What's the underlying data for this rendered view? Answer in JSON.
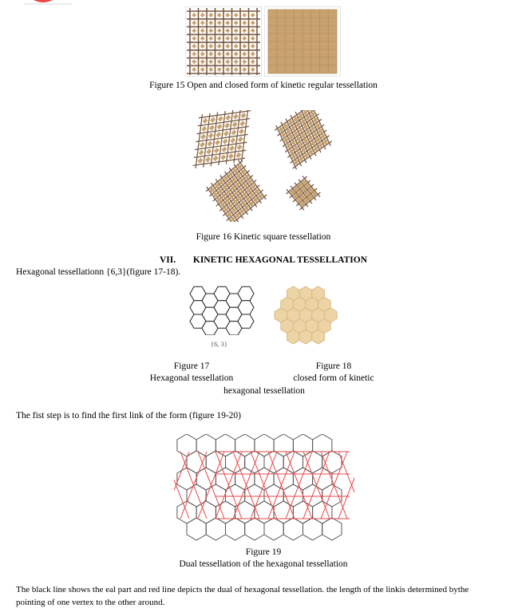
{
  "fig15": {
    "caption": "Figure 15 Open and closed form of kinetic regular tessellation"
  },
  "fig16": {
    "caption": "Figure 16 Kinetic square tessellation"
  },
  "section7": {
    "number": "VII.",
    "title": "KINETIC HEXAGONAL TESSELLATION"
  },
  "intro": "Hexagonal tessellationn {6,3}(figure 17-18).",
  "fig17": {
    "label": "{6, 3}",
    "title": "Figure 17",
    "caption": "Hexagonal tessellation"
  },
  "fig18": {
    "title": "Figure 18",
    "caption_line1": "closed form of kinetic",
    "caption_line2": "hexagonal tessellation"
  },
  "step": "The fist step is to find the first link of the form (figure 19-20)",
  "fig19": {
    "title": "Figure 19",
    "caption": "Dual tessellation of the hexagonal tessellation"
  },
  "closing_line1": "The black line shows the eal part and red line depicts the dual of hexagonal tessellation. the length of the linkis determined bythe",
  "closing_line2": "pointing of one vertex to the other around.",
  "colors": {
    "tan": "#c9a36f",
    "tan_light": "#ecd4a6",
    "brown": "#7a5a44",
    "red": "#e8474a",
    "gray": "#555555"
  }
}
